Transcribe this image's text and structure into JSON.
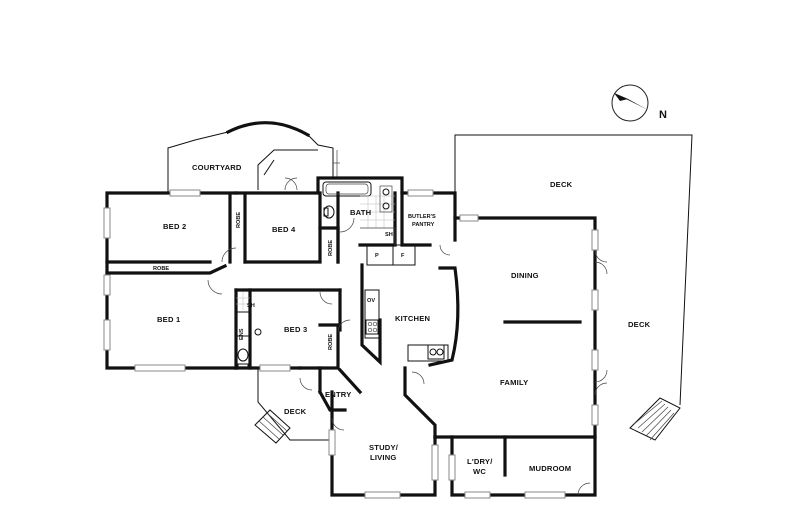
{
  "compass": {
    "north_label": "N"
  },
  "rooms": {
    "deck_top": "DECK",
    "deck_right": "DECK",
    "deck_entry": "DECK",
    "courtyard": "COURTYARD",
    "bed2": "BED 2",
    "bed4": "BED 4",
    "bed1": "BED 1",
    "bed3": "BED 3",
    "robe_bed2": "ROBE",
    "robe_bed4": "ROBE",
    "robe_bed1": "ROBE",
    "robe_bed3": "ROBE",
    "bath": "BATH",
    "bath_shower": "SH",
    "butlers_pantry_1": "BUTLER'S",
    "butlers_pantry_2": "PANTRY",
    "pantry_p": "P",
    "pantry_f": "F",
    "oven": "OV",
    "kitchen": "KITCHEN",
    "dining": "DINING",
    "family": "FAMILY",
    "ensuite": "ENS",
    "ensuite_shower": "SH",
    "entry": "ENTRY",
    "study_1": "STUDY/",
    "study_2": "LIVING",
    "laundry_1": "L'DRY/",
    "laundry_2": "WC",
    "mudroom": "MUDROOM"
  }
}
